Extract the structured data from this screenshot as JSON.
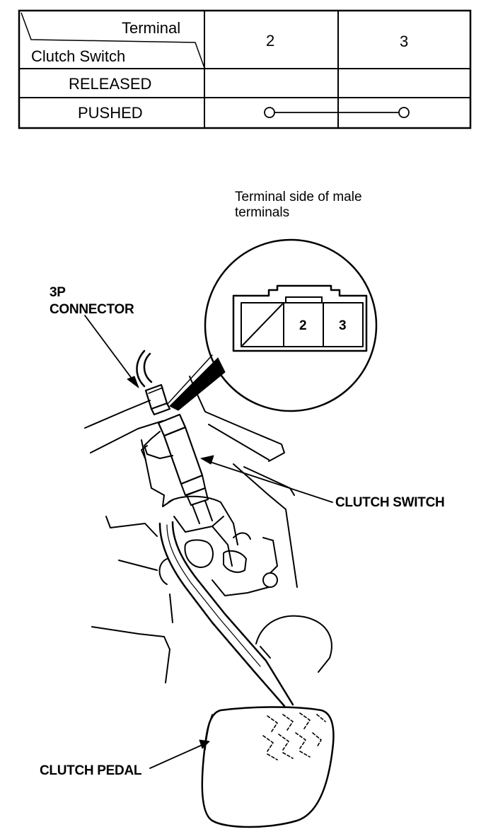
{
  "table": {
    "corner_top": "Terminal",
    "corner_bottom": "Clutch Switch",
    "col_headers": [
      "2",
      "3"
    ],
    "rows": [
      {
        "label": "RELEASED",
        "continuity": false
      },
      {
        "label": "PUSHED",
        "continuity": true
      }
    ]
  },
  "inset": {
    "caption_line1": "Terminal side of male",
    "caption_line2": "terminals",
    "pins": [
      "2",
      "3"
    ]
  },
  "callouts": {
    "connector_line1": "3P",
    "connector_line2": "CONNECTOR",
    "switch": "CLUTCH SWITCH",
    "pedal": "CLUTCH PEDAL"
  }
}
